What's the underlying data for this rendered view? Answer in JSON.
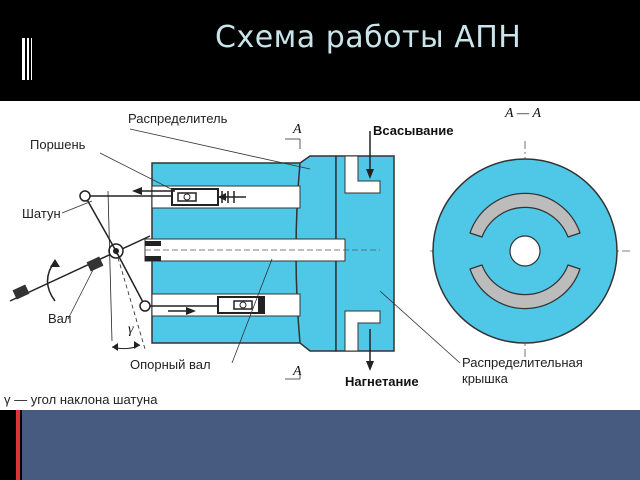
{
  "slide": {
    "title": "Схема работы АПН"
  },
  "colors": {
    "title_bar": "#000000",
    "title_text": "#c9e4ea",
    "pump_blue": "#4fc8e8",
    "bottom_band": "#475b80",
    "accent_red": "#d33333"
  },
  "diagram": {
    "labels": {
      "distributor": "Распределитель",
      "piston": "Поршень",
      "conrod": "Шатун",
      "shaft": "Вал",
      "support_shaft": "Опорный вал",
      "suction": "Всасывание",
      "discharge": "Нагнетание",
      "distributor_cover_line1": "Распределительная",
      "distributor_cover_line2": "крышка",
      "section_mark_top": "A",
      "section_mark_bottom": "A",
      "section_title": "A — A",
      "gamma_symbol": "γ",
      "legend": "γ — угол наклона шатуна"
    }
  }
}
